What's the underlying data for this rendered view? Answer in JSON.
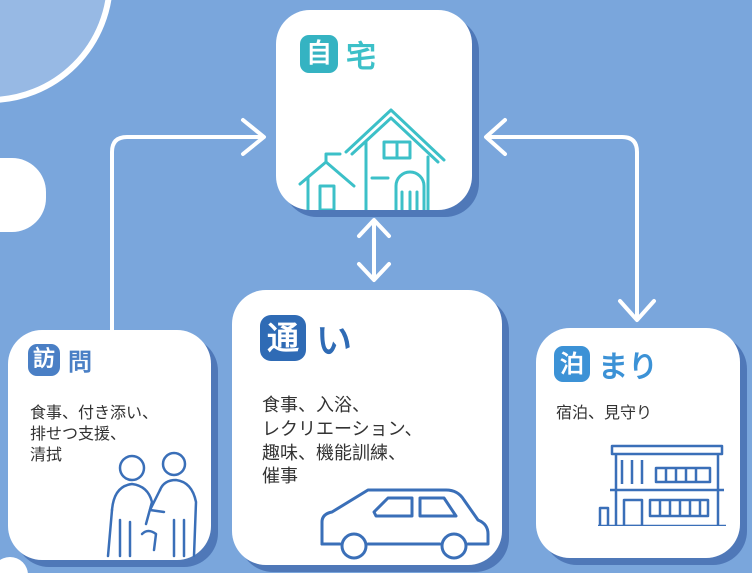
{
  "colors": {
    "background": "#7aa6dc",
    "card": "#ffffff",
    "card_shadow": "#4f78b8",
    "arrow": "#ffffff",
    "home_accent": "#3cc0c8",
    "home_badge": "#35b3c2",
    "houmon_accent": "#4a7fc5",
    "kayoi_badge": "#2f6bb5",
    "tomari_accent": "#3c92d6",
    "line_art": "#3a6fb8"
  },
  "icons": {
    "home": "house-icon",
    "houmon": "caregiver-icon",
    "kayoi": "car-icon",
    "tomari": "facility-building-icon"
  },
  "home": {
    "badge": "自",
    "title_rest": "宅"
  },
  "houmon": {
    "badge": "訪",
    "title_rest": "問",
    "description": [
      "食事、付き添い、",
      "排せつ支援、",
      "清拭"
    ]
  },
  "kayoi": {
    "badge": "通",
    "title_rest": "い",
    "description": [
      "食事、入浴、",
      "レクリエーション、",
      "趣味、機能訓練、",
      "催事"
    ]
  },
  "tomari": {
    "badge": "泊",
    "title_rest": "まり",
    "description": [
      "宿泊、見守り"
    ]
  }
}
